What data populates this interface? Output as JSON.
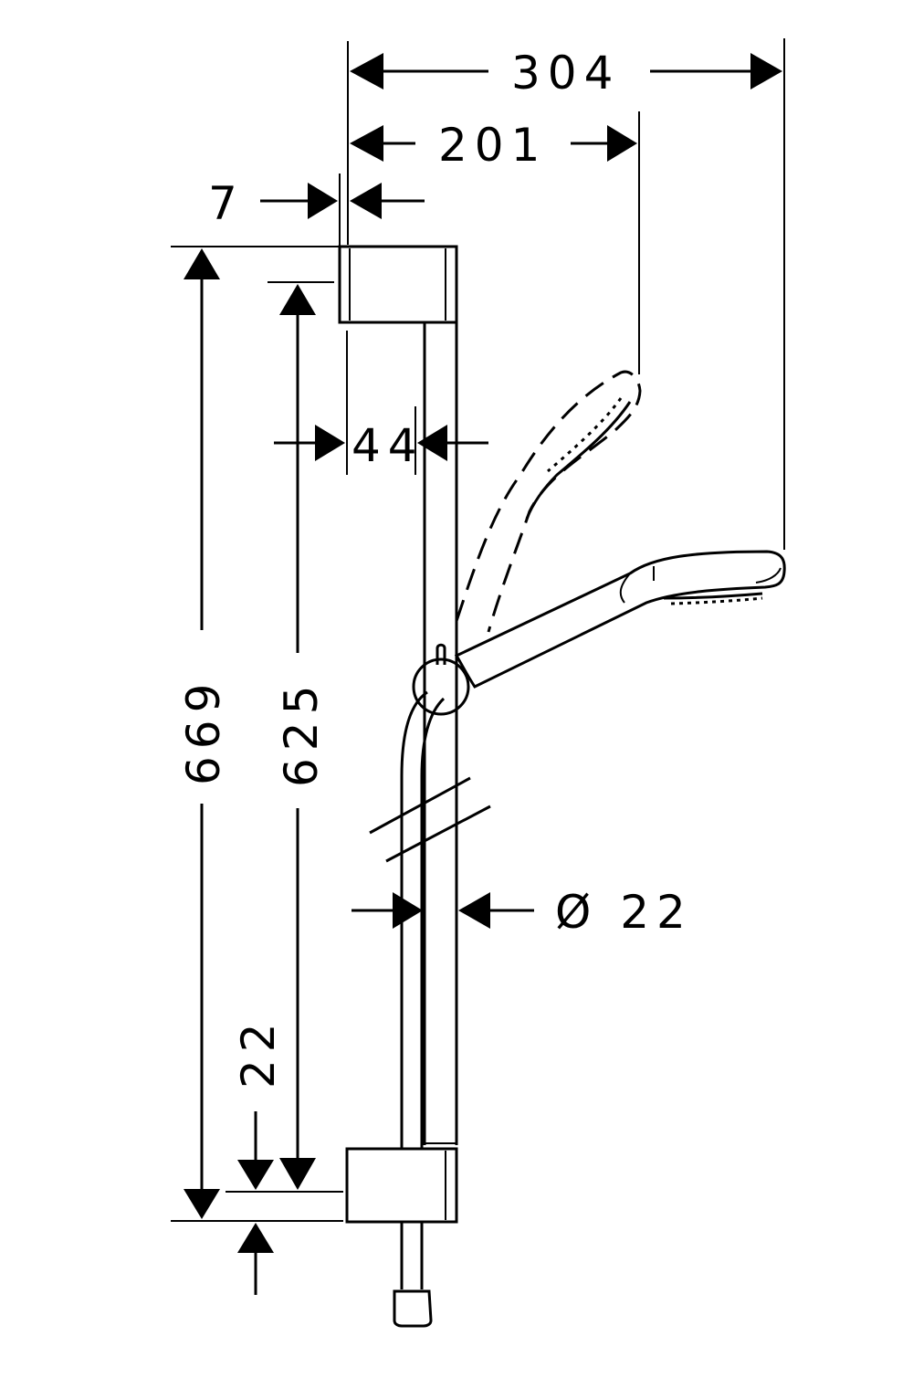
{
  "diagram": {
    "ink_color": "#000000",
    "background_color": "#ffffff",
    "dimensions": {
      "overall_width": "304",
      "handshower_reach": "201",
      "wall_gap": "7",
      "overall_height": "669",
      "rail_length": "625",
      "rail_offset": "44",
      "rail_diameter": "Ø 22",
      "bottom_offset": "22"
    }
  }
}
